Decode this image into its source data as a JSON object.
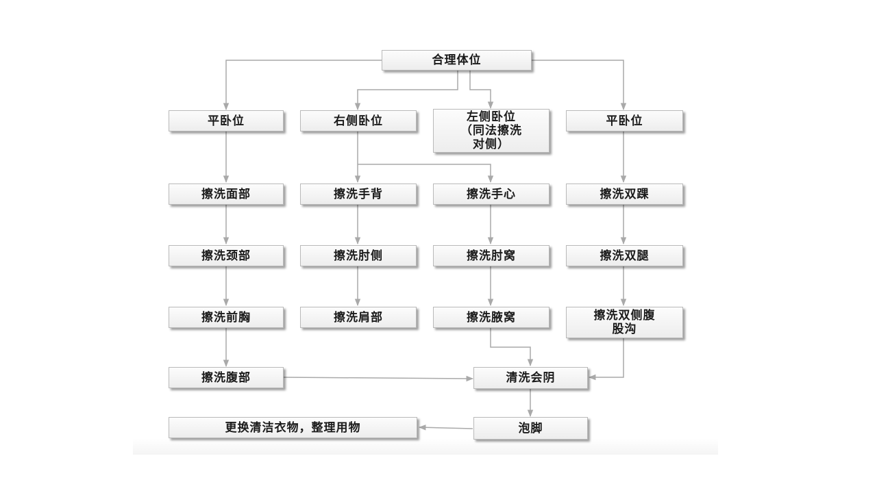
{
  "diagram": {
    "nodes": {
      "root": "合理体位",
      "pos_supine_left": "平卧位",
      "pos_right_lateral": "右侧卧位",
      "pos_left_lateral": "左侧卧位（同法擦洗对侧）",
      "pos_left_lateral_line1": "左侧卧位",
      "pos_left_lateral_line2": "（同法擦洗",
      "pos_left_lateral_line3": "对侧）",
      "pos_supine_right": "平卧位",
      "wash_face": "擦洗面部",
      "wash_neck": "擦洗颈部",
      "wash_chest": "擦洗前胸",
      "wash_abdomen": "擦洗腹部",
      "wash_back_of_hand": "擦洗手背",
      "wash_elbow_side": "擦洗肘侧",
      "wash_shoulder": "擦洗肩部",
      "wash_palm": "擦洗手心",
      "wash_elbow_fossa": "擦洗肘窝",
      "wash_armpit": "擦洗腋窝",
      "wash_ankles": "擦洗双踝",
      "wash_legs": "擦洗双腿",
      "wash_groin": "擦洗双侧腹股沟",
      "wash_groin_line1": "擦洗双侧腹",
      "wash_groin_line2": "股沟",
      "perineal_care": "清洗会阴",
      "foot_soak": "泡脚",
      "final_step": "更换清洁衣物，整理用物"
    },
    "colors": {
      "line": "#a9a9a9",
      "node_border": "#b9b9b9",
      "node_fill_top": "#fcfcfc",
      "node_fill_bottom": "#ededed",
      "text": "#1a1a1a"
    }
  }
}
